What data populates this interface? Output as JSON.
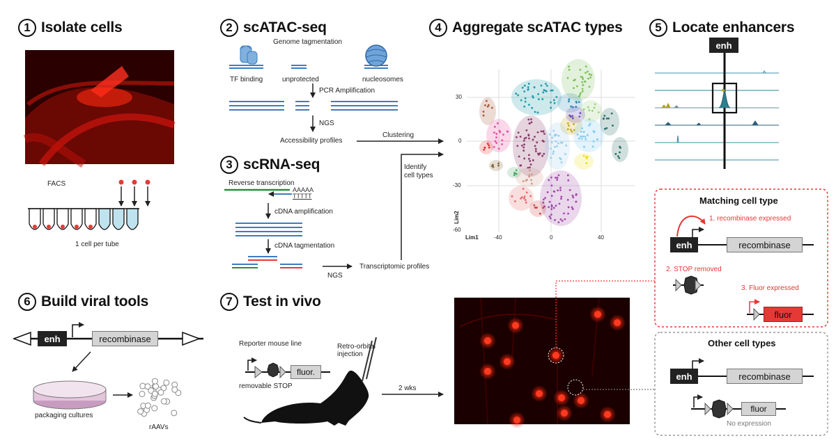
{
  "steps": [
    {
      "num": "1",
      "title": "Isolate cells"
    },
    {
      "num": "2",
      "title": "scATAC-seq"
    },
    {
      "num": "3",
      "title": "scRNA-seq"
    },
    {
      "num": "4",
      "title": "Aggregate scATAC types"
    },
    {
      "num": "5",
      "title": "Locate enhancers"
    },
    {
      "num": "6",
      "title": "Build viral tools"
    },
    {
      "num": "7",
      "title": "Test in vivo"
    }
  ],
  "isolate": {
    "facs": "FACS",
    "tube_caption": "1 cell per tube"
  },
  "atac": {
    "genome_tagmentation": "Genome tagmentation",
    "tf_binding": "TF binding",
    "unprotected": "unprotected",
    "nucleosomes": "nucleosomes",
    "pcr": "PCR Amplification",
    "ngs": "NGS",
    "profiles": "Accessibility profiles",
    "clustering": "Clustering"
  },
  "rna": {
    "reverse_transcription": "Reverse transcription",
    "polya": "AAAAA",
    "polyt": "TTTTT",
    "cdna_amp": "cDNA amplification",
    "cdna_tag": "cDNA tagmentation",
    "ngs": "NGS",
    "profiles": "Transcriptomic profiles",
    "identify": "Identify\ncell types"
  },
  "scatter": {
    "y_ticks": [
      "30",
      "0",
      "-30",
      "-60"
    ],
    "x_ticks": [
      "-40",
      "0",
      "40"
    ],
    "xlabel": "Lim1",
    "ylabel": "Lim2"
  },
  "enhancer": {
    "label": "enh"
  },
  "viral": {
    "enh": "enh",
    "recombinase": "recombinase",
    "packaging": "packaging cultures",
    "raavs": "rAAVs"
  },
  "invivo": {
    "reporter": "Reporter mouse line",
    "fluor": "fluor.",
    "removable_stop": "removable STOP",
    "retro_orbital": "Retro-orbital\ninjection",
    "duration": "2 wks"
  },
  "matching": {
    "title": "Matching cell type",
    "step1": "1. recombinase expressed",
    "step2": "2. STOP removed",
    "step3": "3. Fluor expressed",
    "enh": "enh",
    "recombinase": "recombinase",
    "fluor": "fluor"
  },
  "other": {
    "title": "Other cell types",
    "enh": "enh",
    "recombinase": "recombinase",
    "fluor": "fluor",
    "no_expression": "No expression"
  },
  "colors": {
    "dna_blue": "#3d7cc0",
    "dashed_red": "#e53935",
    "fluor_red": "#e53935",
    "fluorescence_bg": "#1a0000"
  }
}
